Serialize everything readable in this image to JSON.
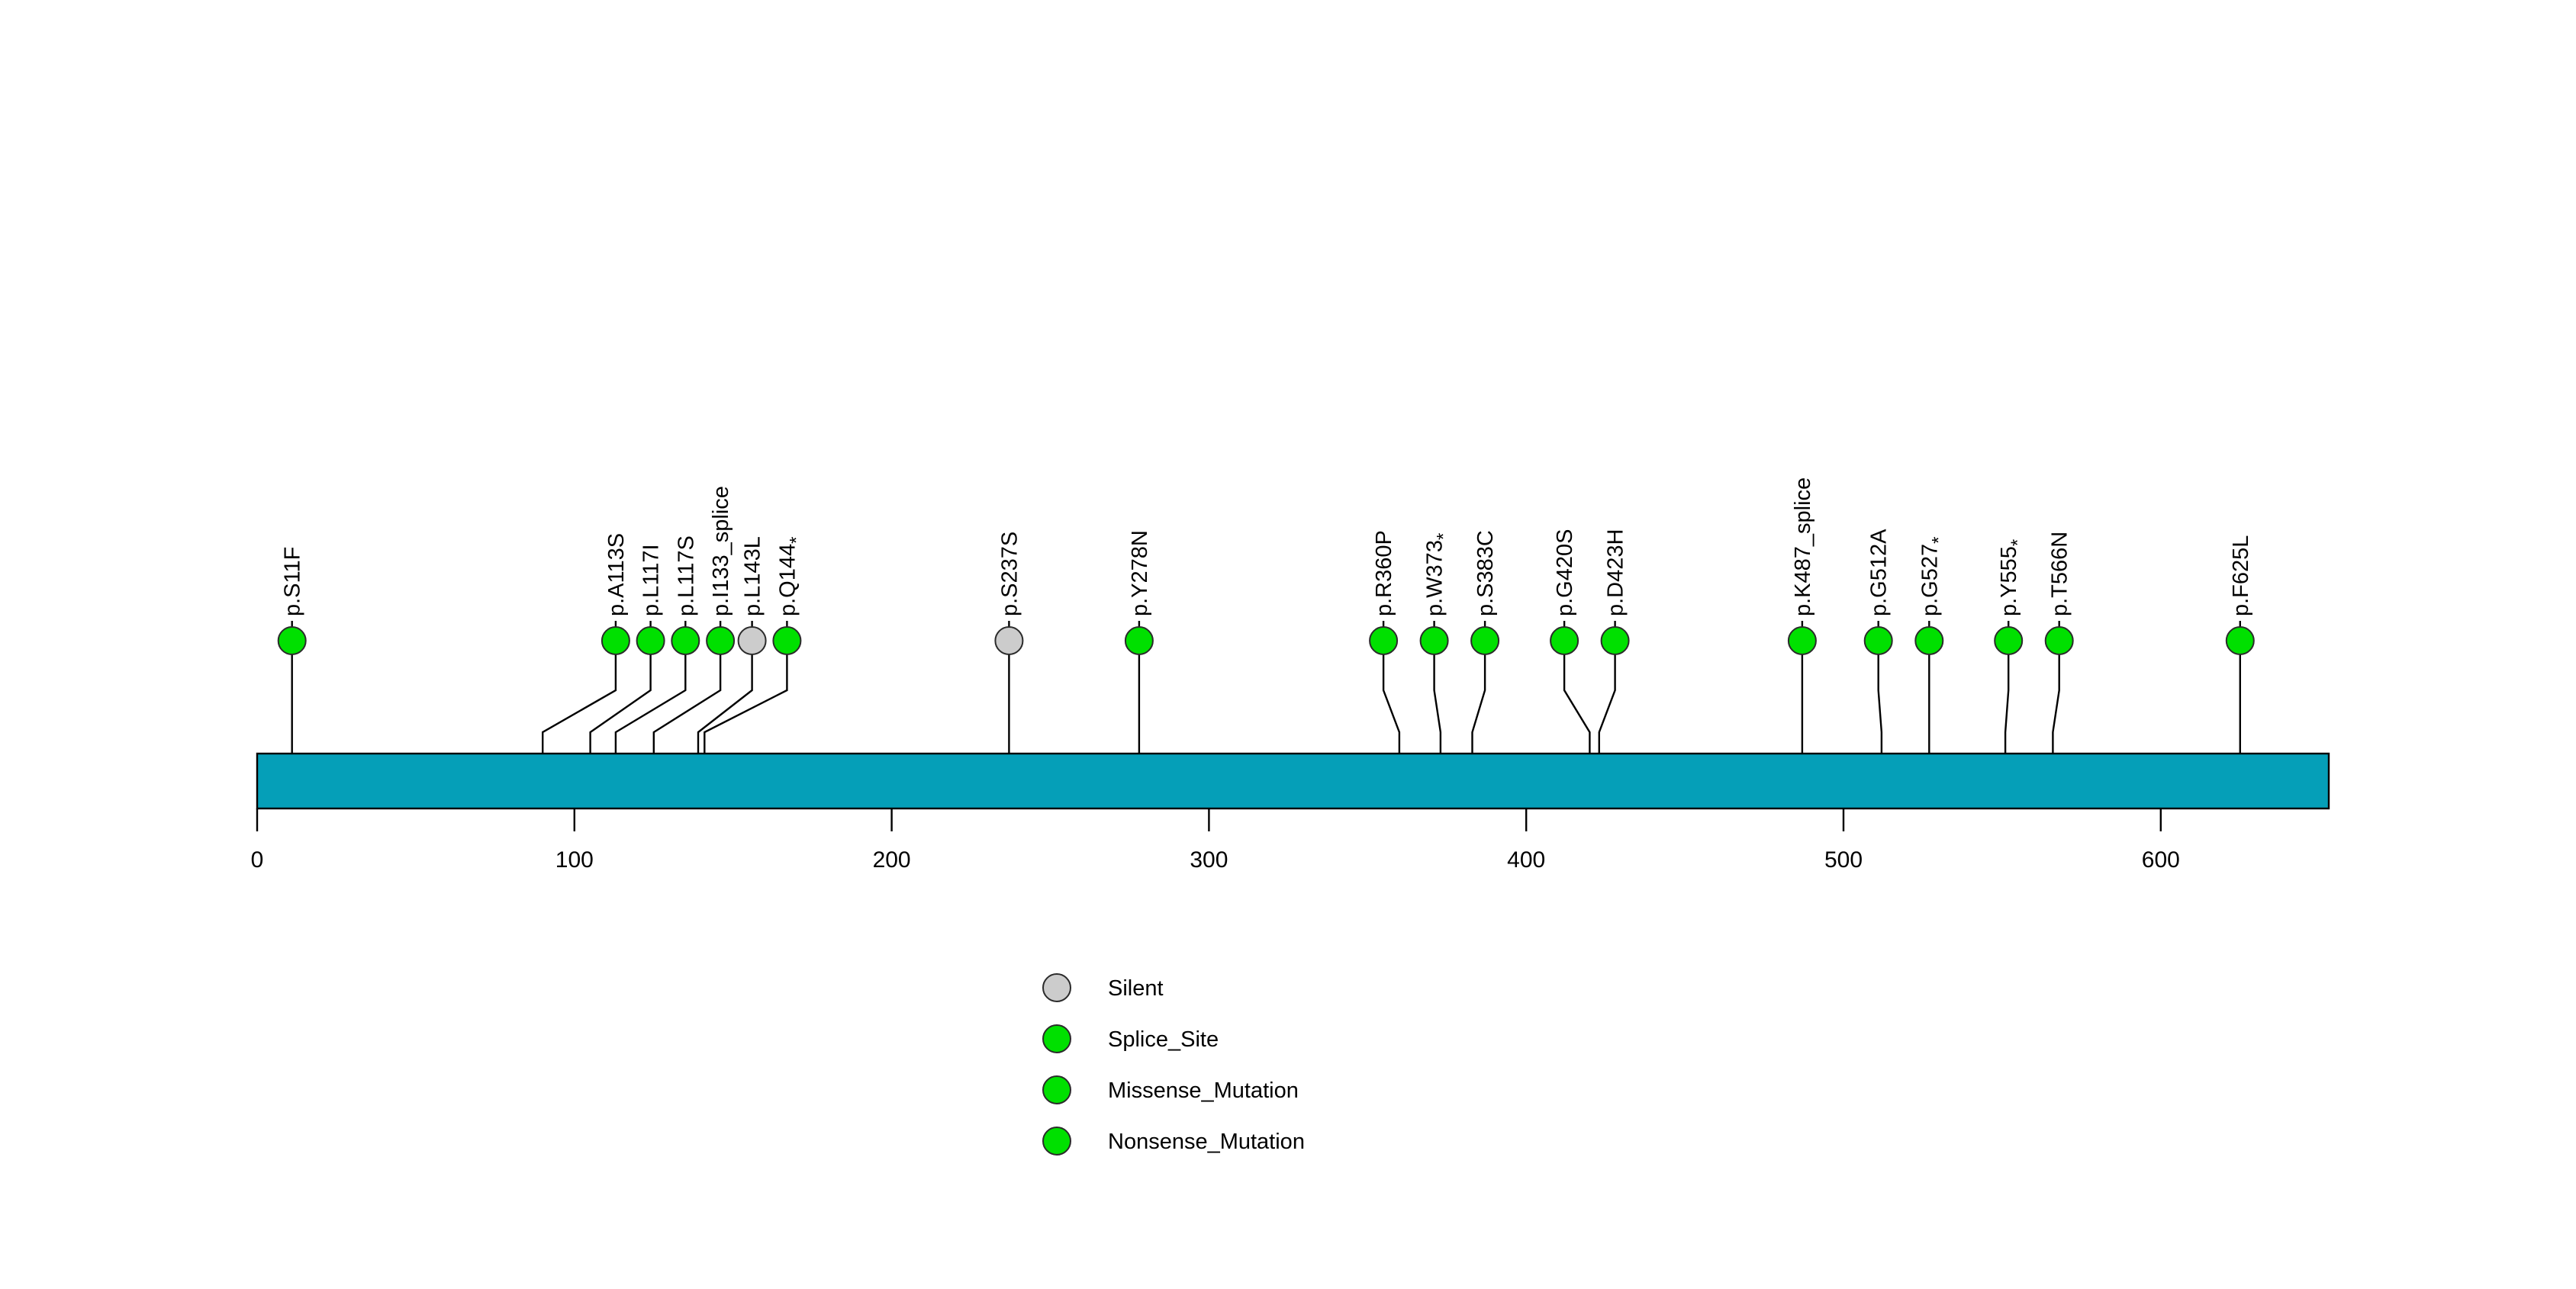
{
  "chart_data": {
    "type": "lollipop",
    "title": "",
    "xlabel": "",
    "ylabel": "",
    "xlim": [
      0,
      653
    ],
    "grid": false,
    "protein_length": 653,
    "protein_bar_color": "#059FB8",
    "axis": {
      "ticks": [
        0,
        100,
        200,
        300,
        400,
        500,
        600
      ],
      "tick_labels": [
        "0",
        "100",
        "200",
        "300",
        "400",
        "500",
        "600"
      ]
    },
    "mutations": [
      {
        "label": "p.S11F",
        "base": "p.S11F",
        "star": false,
        "position": 11,
        "head_position": 11,
        "color": "#00E000",
        "class": "Missense_Mutation"
      },
      {
        "label": "p.A113S",
        "base": "p.A113S",
        "star": false,
        "position": 90,
        "head_position": 113,
        "color": "#00E000",
        "class": "Missense_Mutation"
      },
      {
        "label": "p.L117I",
        "base": "p.L117I",
        "star": false,
        "position": 105,
        "head_position": 124,
        "color": "#00E000",
        "class": "Missense_Mutation"
      },
      {
        "label": "p.L117S",
        "base": "p.L117S",
        "star": false,
        "position": 113,
        "head_position": 135,
        "color": "#00E000",
        "class": "Missense_Mutation"
      },
      {
        "label": "p.I133_splice",
        "base": "p.I133_splice",
        "star": false,
        "position": 125,
        "head_position": 146,
        "color": "#00E000",
        "class": "Splice_Site"
      },
      {
        "label": "p.L143L",
        "base": "p.L143L",
        "star": false,
        "position": 139,
        "head_position": 156,
        "color": "#CCCCCC",
        "class": "Silent"
      },
      {
        "label": "p.Q144*",
        "base": "p.Q144",
        "star": true,
        "position": 141,
        "head_position": 167,
        "color": "#00E000",
        "class": "Nonsense_Mutation"
      },
      {
        "label": "p.S237S",
        "base": "p.S237S",
        "star": false,
        "position": 237,
        "head_position": 237,
        "color": "#CCCCCC",
        "class": "Silent"
      },
      {
        "label": "p.Y278N",
        "base": "p.Y278N",
        "star": false,
        "position": 278,
        "head_position": 278,
        "color": "#00E000",
        "class": "Missense_Mutation"
      },
      {
        "label": "p.R360P",
        "base": "p.R360P",
        "star": false,
        "position": 360,
        "head_position": 355,
        "color": "#00E000",
        "class": "Missense_Mutation"
      },
      {
        "label": "p.W373*",
        "base": "p.W373",
        "star": true,
        "position": 373,
        "head_position": 371,
        "color": "#00E000",
        "class": "Nonsense_Mutation"
      },
      {
        "label": "p.S383C",
        "base": "p.S383C",
        "star": false,
        "position": 383,
        "head_position": 387,
        "color": "#00E000",
        "class": "Missense_Mutation"
      },
      {
        "label": "p.G420S",
        "base": "p.G420S",
        "star": false,
        "position": 420,
        "head_position": 412,
        "color": "#00E000",
        "class": "Missense_Mutation"
      },
      {
        "label": "p.D423H",
        "base": "p.D423H",
        "star": false,
        "position": 423,
        "head_position": 428,
        "color": "#00E000",
        "class": "Missense_Mutation"
      },
      {
        "label": "p.K487_splice",
        "base": "p.K487_splice",
        "star": false,
        "position": 487,
        "head_position": 487,
        "color": "#00E000",
        "class": "Splice_Site"
      },
      {
        "label": "p.G512A",
        "base": "p.G512A",
        "star": false,
        "position": 512,
        "head_position": 511,
        "color": "#00E000",
        "class": "Missense_Mutation"
      },
      {
        "label": "p.G527*",
        "base": "p.G527",
        "star": true,
        "position": 527,
        "head_position": 527,
        "color": "#00E000",
        "class": "Nonsense_Mutation"
      },
      {
        "label": "p.Y555*",
        "base": "p.Y555",
        "star": true,
        "position": 551,
        "head_position": 552,
        "color": "#00E000",
        "class": "Nonsense_Mutation"
      },
      {
        "label": "p.T566N",
        "base": "p.T566N",
        "star": false,
        "position": 566,
        "head_position": 568,
        "color": "#00E000",
        "class": "Missense_Mutation"
      },
      {
        "label": "p.F625L",
        "base": "p.F625L",
        "star": false,
        "position": 625,
        "head_position": 625,
        "color": "#00E000",
        "class": "Missense_Mutation"
      }
    ],
    "legend": {
      "position": "bottom-center",
      "entries": [
        {
          "label": "Silent",
          "color": "#CCCCCC"
        },
        {
          "label": "Splice_Site",
          "color": "#00E000"
        },
        {
          "label": "Missense_Mutation",
          "color": "#00E000"
        },
        {
          "label": "Nonsense_Mutation",
          "color": "#00E000"
        }
      ]
    }
  },
  "colors": {
    "protein_bar": "#059FB8",
    "silent": "#CCCCCC",
    "mutation_green": "#00E000",
    "stroke": "#000000"
  }
}
